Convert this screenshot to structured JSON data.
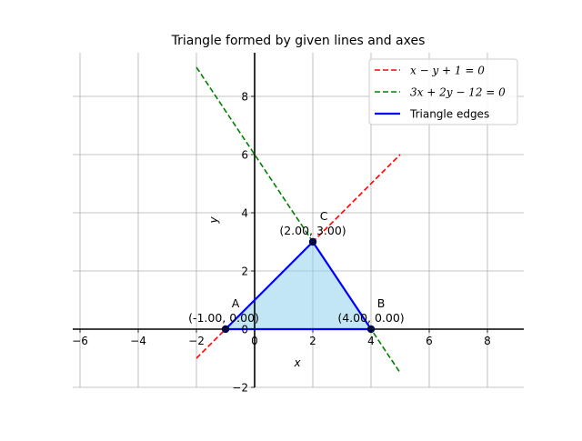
{
  "chart_data": {
    "type": "line",
    "title": "Triangle formed by given lines and axes",
    "xlabel": "x",
    "ylabel": "y",
    "xlim": [
      -6.25,
      9.25
    ],
    "ylim": [
      -2,
      9.5
    ],
    "xticks": [
      -6,
      -4,
      -2,
      0,
      2,
      4,
      6,
      8
    ],
    "yticks": [
      -2,
      0,
      2,
      4,
      6,
      8
    ],
    "xtick_labels": [
      "−6",
      "−4",
      "−2",
      "0",
      "2",
      "4",
      "6",
      "8"
    ],
    "ytick_labels": [
      "−2",
      "0",
      "2",
      "4",
      "6",
      "8"
    ],
    "grid": true,
    "legend_position": "top-right",
    "series": [
      {
        "name": "x − y + 1 = 0",
        "style": "dashed",
        "color": "#ff0000",
        "x": [
          -2,
          5
        ],
        "y": [
          -1,
          6
        ]
      },
      {
        "name": "3x + 2y − 12 = 0",
        "style": "dashed",
        "color": "#008000",
        "x": [
          -2,
          5
        ],
        "y": [
          9,
          -1.5
        ]
      },
      {
        "name": "Triangle edges",
        "style": "solid",
        "color": "#0000ff",
        "x": [
          -1,
          4,
          2,
          -1
        ],
        "y": [
          0,
          0,
          3,
          0
        ]
      }
    ],
    "fill": {
      "color": "#87ceeb",
      "opacity": 0.5,
      "x": [
        -1,
        4,
        2
      ],
      "y": [
        0,
        0,
        3
      ]
    },
    "points": [
      {
        "name": "A",
        "x": -1,
        "y": 0,
        "coord_label": "(-1.00, 0.00)"
      },
      {
        "name": "B",
        "x": 4,
        "y": 0,
        "coord_label": "(4.00, 0.00)"
      },
      {
        "name": "C",
        "x": 2,
        "y": 3,
        "coord_label": "(2.00, 3.00)"
      }
    ]
  }
}
